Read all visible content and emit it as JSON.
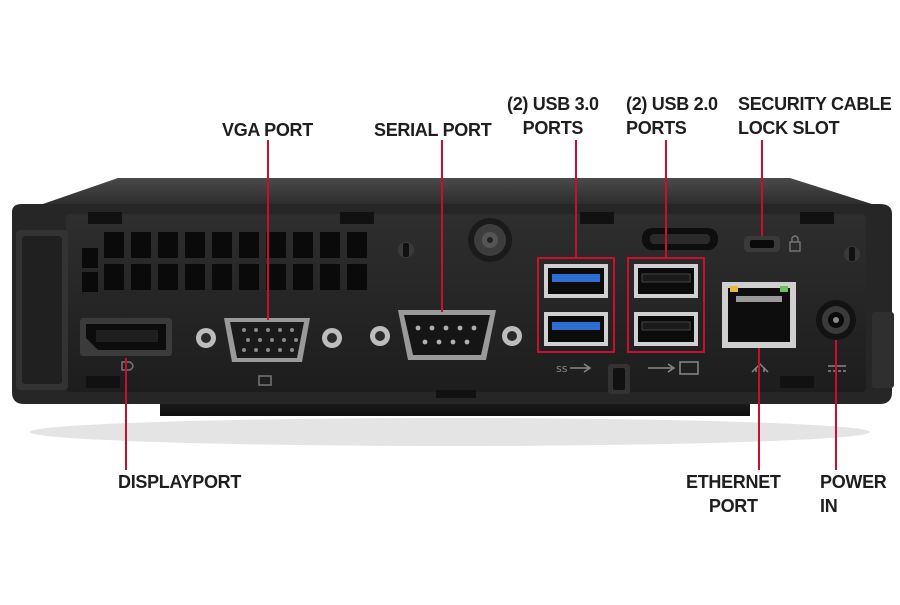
{
  "labels": {
    "vga": "VGA PORT",
    "serial": "SERIAL PORT",
    "usb3_line1": "(2) USB 3.0",
    "usb3_line2": "PORTS",
    "usb2_line1": "(2) USB 2.0",
    "usb2_line2": "PORTS",
    "security_line1": "SECURITY CABLE",
    "security_line2": "LOCK SLOT",
    "displayport": "DISPLAYPORT",
    "ethernet_line1": "ETHERNET",
    "ethernet_line2": "PORT",
    "power_line1": "POWER",
    "power_line2": "IN"
  },
  "colors": {
    "chassis": "#2b2b2b",
    "chassis_top": "#3a3a3a",
    "panel": "#1e1e1e",
    "leader_line": "#c8102e",
    "usb3_blue": "#2d6fd1",
    "highlight_box": "#c8102e",
    "label_text": "#1e1e1e"
  },
  "icons": {
    "displayport": "displayport-symbol-icon",
    "vga": "monitor-symbol-icon",
    "usb3": "superspeed-usb-icon",
    "usb2": "usb-icon",
    "ethernet": "network-icon",
    "power": "dc-power-icon",
    "lock": "padlock-icon"
  }
}
